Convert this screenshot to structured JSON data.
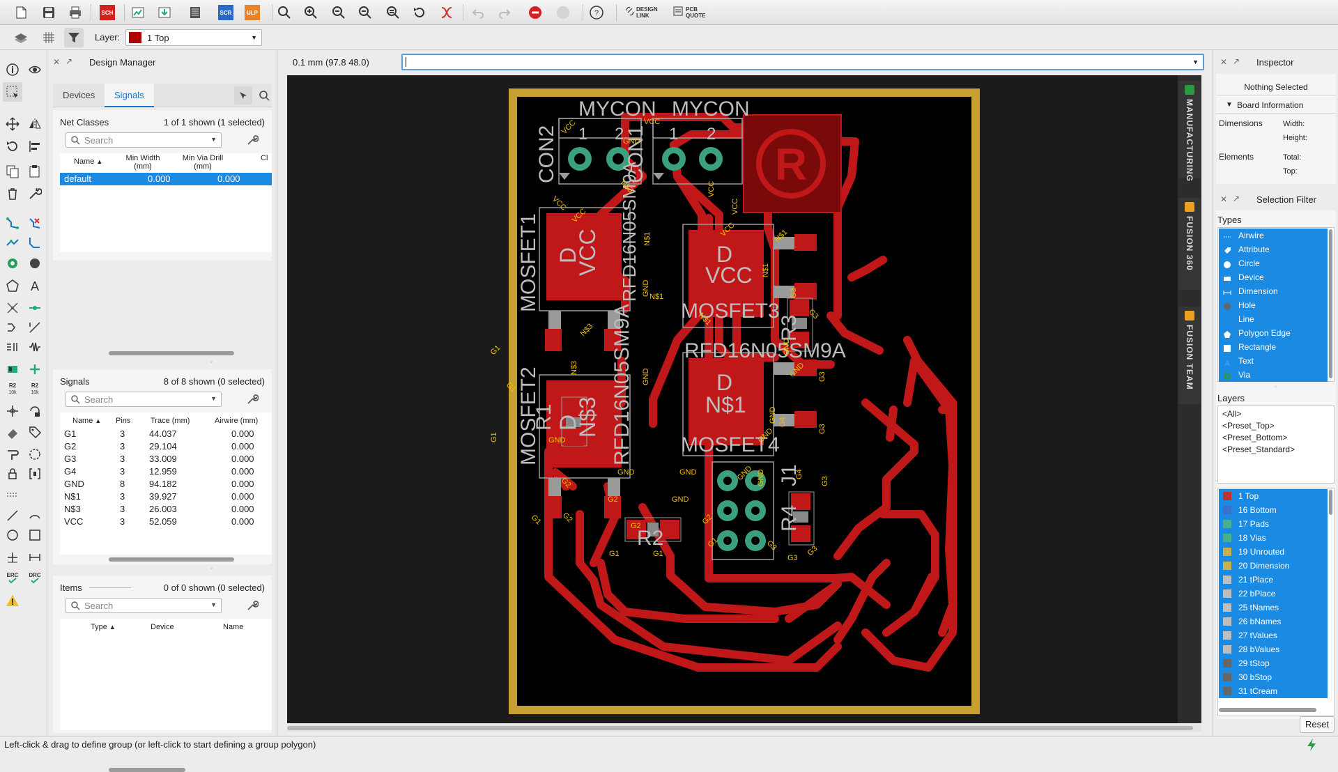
{
  "toolbar": {
    "design_link_label": "DESIGN\nLINK",
    "design_link_l1": "DESIGN",
    "design_link_l2": "LINK",
    "pcb_quote_l1": "PCB",
    "pcb_quote_l2": "QUOTE",
    "sch_label": "SCH",
    "scr_label": "SCR",
    "ulp_label": "ULP"
  },
  "layer_bar": {
    "label": "Layer:",
    "selected": "1 Top",
    "selected_color": "#b00000"
  },
  "design_manager": {
    "title": "Design Manager",
    "tabs": [
      "Devices",
      "Signals"
    ],
    "active_tab": "Signals",
    "net_classes": {
      "header": "Net Classes",
      "count": "1 of 1 shown (1 selected)",
      "search_placeholder": "Search",
      "columns": [
        "Name",
        "Min Width (mm)",
        "Min Via Drill (mm)",
        "Cl"
      ],
      "col_name": "Name",
      "col_minwidth_1": "Min Width",
      "col_minwidth_2": "(mm)",
      "col_mindrill_1": "Min Via Drill",
      "col_mindrill_2": "(mm)",
      "col_cl": "Cl",
      "rows": [
        {
          "name": "default",
          "min_width": "0.000",
          "min_via": "0.000"
        }
      ]
    },
    "signals": {
      "header": "Signals",
      "count": "8 of 8 shown (0 selected)",
      "search_placeholder": "Search",
      "col_name": "Name",
      "col_pins": "Pins",
      "col_trace": "Trace (mm)",
      "col_airwire": "Airwire (mm)",
      "rows": [
        {
          "name": "G1",
          "pins": "3",
          "trace": "44.037",
          "airwire": "0.000"
        },
        {
          "name": "G2",
          "pins": "3",
          "trace": "29.104",
          "airwire": "0.000"
        },
        {
          "name": "G3",
          "pins": "3",
          "trace": "33.009",
          "airwire": "0.000"
        },
        {
          "name": "G4",
          "pins": "3",
          "trace": "12.959",
          "airwire": "0.000"
        },
        {
          "name": "GND",
          "pins": "8",
          "trace": "94.182",
          "airwire": "0.000"
        },
        {
          "name": "N$1",
          "pins": "3",
          "trace": "39.927",
          "airwire": "0.000"
        },
        {
          "name": "N$3",
          "pins": "3",
          "trace": "26.003",
          "airwire": "0.000"
        },
        {
          "name": "VCC",
          "pins": "3",
          "trace": "52.059",
          "airwire": "0.000"
        }
      ]
    },
    "items": {
      "header": "Items",
      "count": "0 of 0 shown (0 selected)",
      "search_placeholder": "Search",
      "col_type": "Type",
      "col_device": "Device",
      "col_name": "Name"
    }
  },
  "command": {
    "coords": "0.1 mm (97.8 48.0)",
    "input_value": ""
  },
  "side_tabs": [
    "MANUFACTURING",
    "FUSION 360",
    "FUSION TEAM"
  ],
  "inspector": {
    "title": "Inspector",
    "nothing_selected": "Nothing Selected",
    "board_info": "Board Information",
    "dimensions_label": "Dimensions",
    "width_label": "Width:",
    "height_label": "Height:",
    "elements_label": "Elements",
    "total_label": "Total:",
    "top_label": "Top:"
  },
  "selection_filter": {
    "title": "Selection Filter",
    "types_label": "Types",
    "types": [
      "Airwire",
      "Attribute",
      "Circle",
      "Device",
      "Dimension",
      "Hole",
      "Line",
      "Polygon Edge",
      "Rectangle",
      "Text",
      "Via"
    ],
    "layers_label": "Layers",
    "presets": [
      "<All>",
      "<Preset_Top>",
      "<Preset_Bottom>",
      "<Preset_Standard>"
    ],
    "layers": [
      {
        "name": "1 Top",
        "color": "#c03030"
      },
      {
        "name": "16 Bottom",
        "color": "#3d6fd0"
      },
      {
        "name": "17 Pads",
        "color": "#48b08a"
      },
      {
        "name": "18 Vias",
        "color": "#48b08a"
      },
      {
        "name": "19 Unrouted",
        "color": "#c8b04a"
      },
      {
        "name": "20 Dimension",
        "color": "#c8b04a"
      },
      {
        "name": "21 tPlace",
        "color": "#bdbdbd"
      },
      {
        "name": "22 bPlace",
        "color": "#bdbdbd"
      },
      {
        "name": "25 tNames",
        "color": "#bdbdbd"
      },
      {
        "name": "26 bNames",
        "color": "#bdbdbd"
      },
      {
        "name": "27 tValues",
        "color": "#bdbdbd"
      },
      {
        "name": "28 bValues",
        "color": "#bdbdbd"
      },
      {
        "name": "29 tStop",
        "color": "#666666"
      },
      {
        "name": "30 bStop",
        "color": "#666666"
      },
      {
        "name": "31 tCream",
        "color": "#666666"
      }
    ],
    "reset_label": "Reset"
  },
  "board": {
    "labels": {
      "mycon1": "MYCON",
      "mycon2": "MYCON",
      "pin1a": "1",
      "pin2a": "2",
      "pin1b": "1",
      "pin2b": "2",
      "con2": "CON2",
      "con1": "CON1",
      "mosfet1": "MOSFET1",
      "mosfet2": "MOSFET2",
      "mosfet3": "MOSFET3",
      "mosfet4": "MOSFET4",
      "part1": "RFD16N05SM9A",
      "part2": "RFD16N05SM9A",
      "part3": "RFD16N05SM9A",
      "d1": "D",
      "d2": "D",
      "d3": "D",
      "d4": "D",
      "vcc1": "VCC",
      "vcc3": "VCC",
      "n3": "N$3",
      "n1": "N$1",
      "r1": "R1",
      "r2": "R2",
      "r3": "R3",
      "r4": "R4",
      "j1": "J1",
      "logo": "R",
      "net_vcc": "VCC",
      "net_gnd": "GND",
      "net_n1": "N$1",
      "net_n3": "N$3",
      "net_g1": "G1",
      "net_g2": "G2",
      "net_g3": "G3",
      "net_g4": "G4"
    }
  },
  "status": {
    "text": "Left-click & drag to define group (or left-click to start defining a group polygon)"
  },
  "colors": {
    "copper": "#c01818",
    "board_outline": "#c8a032",
    "pad": "#3aa07e",
    "silk": "#bdbdbd",
    "selection": "#1a8ae2"
  }
}
